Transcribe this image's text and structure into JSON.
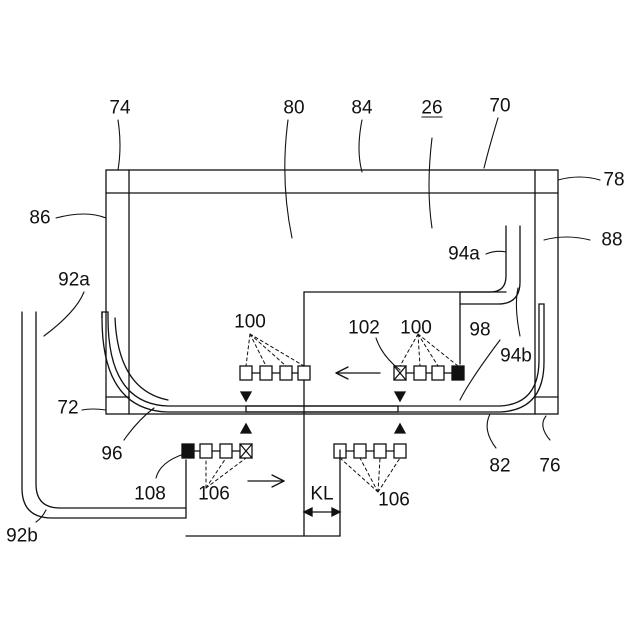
{
  "labels": {
    "l74": "74",
    "l80": "80",
    "l84": "84",
    "l26": "26",
    "l70": "70",
    "l78": "78",
    "l86": "86",
    "l88": "88",
    "l92a": "92a",
    "l94a": "94a",
    "l94b": "94b",
    "l100a": "100",
    "l102": "102",
    "l100b": "100",
    "l98": "98",
    "l72": "72",
    "l96": "96",
    "l82": "82",
    "l76": "76",
    "l108": "108",
    "l106a": "106",
    "l106b": "106",
    "lKL": "KL",
    "l92b": "92b"
  },
  "colors": {
    "line": "#111111",
    "background": "#ffffff"
  }
}
